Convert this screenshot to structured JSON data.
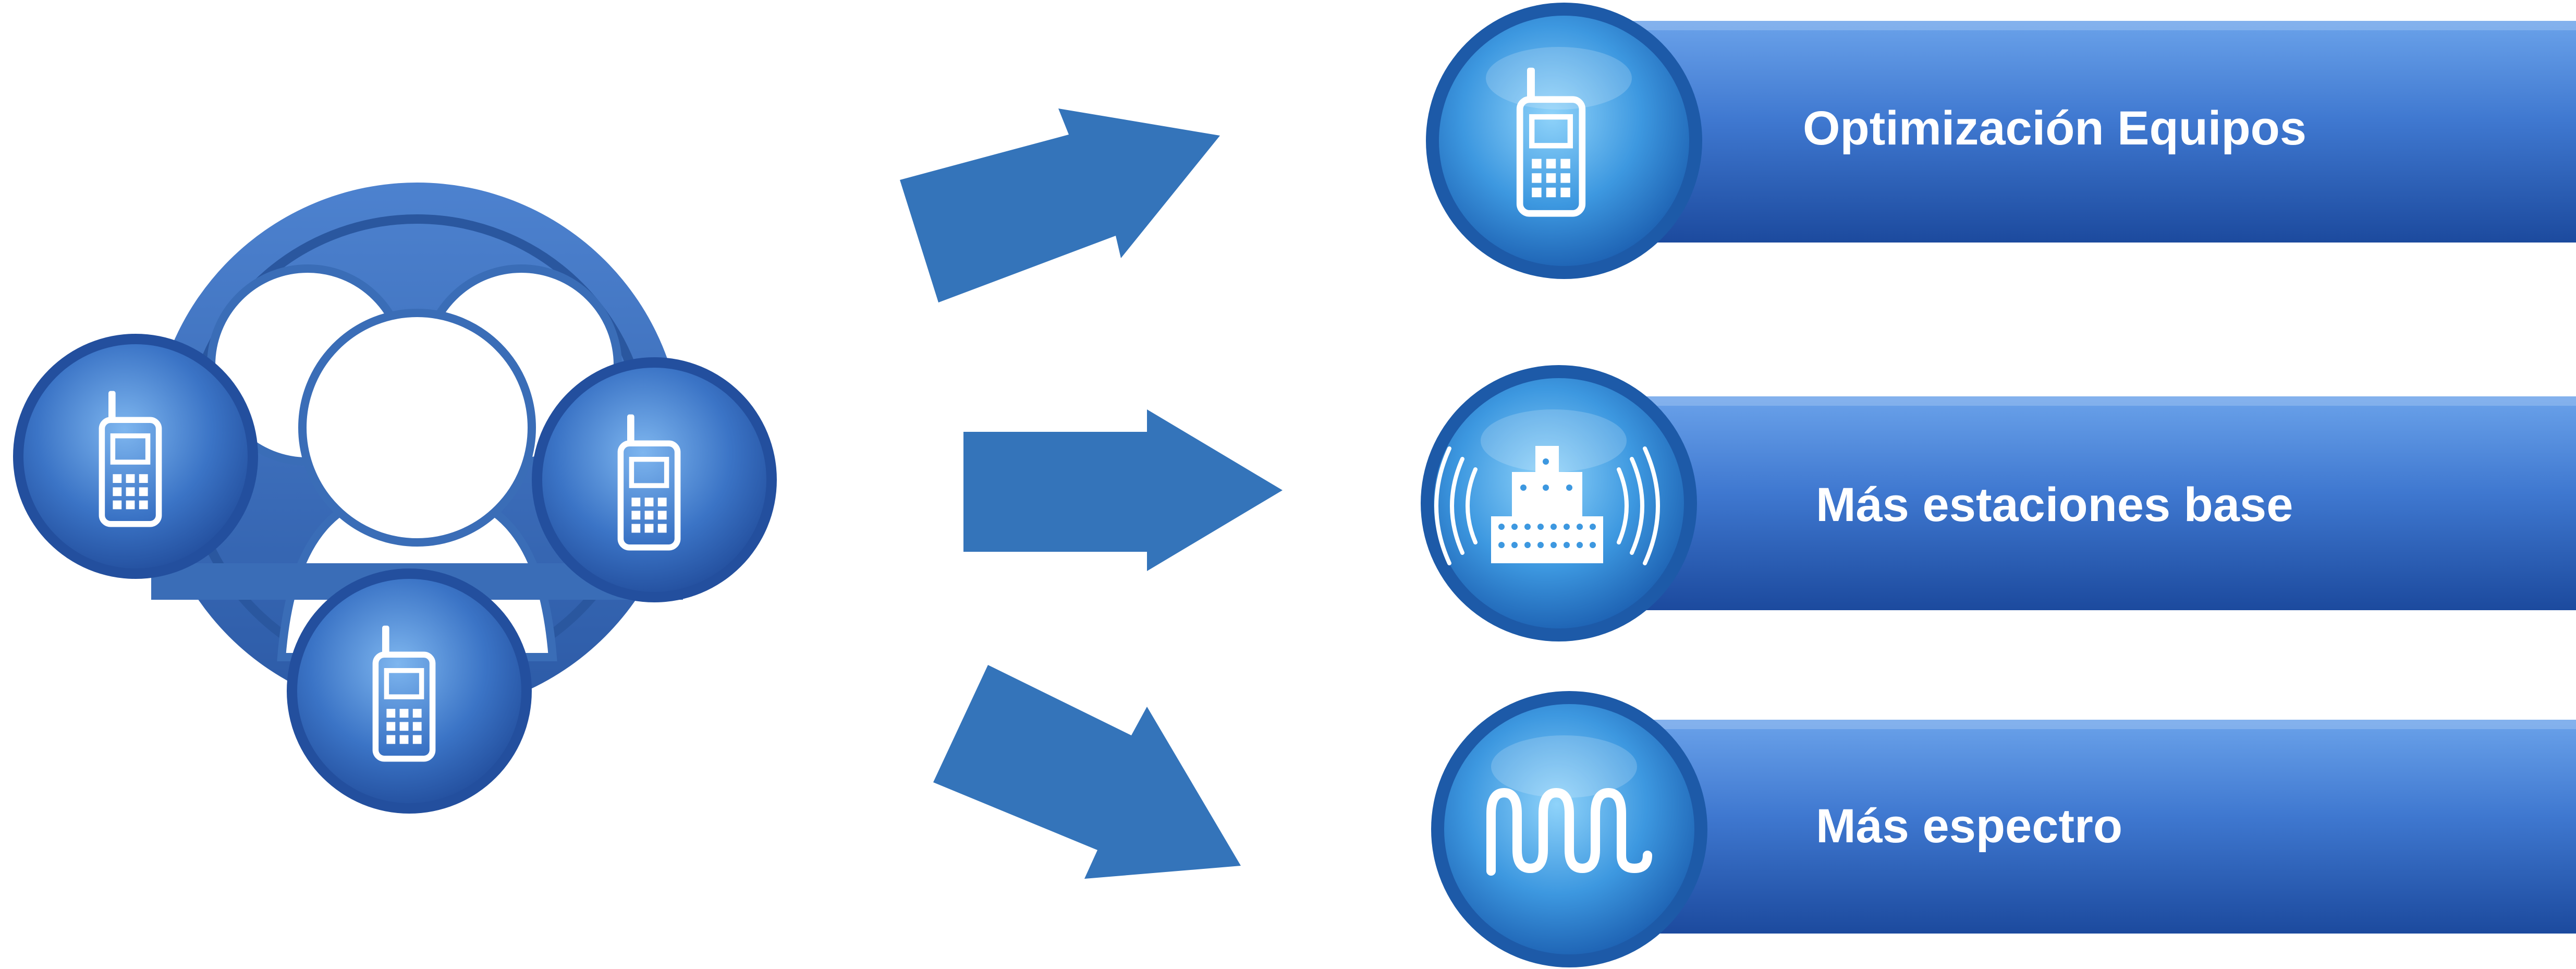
{
  "colors": {
    "background": "#ffffff",
    "arrow": "#3474ba",
    "bar_dark": "#1f4fa8",
    "bar_light": "#5b93e0",
    "disc_dark": "#1d66b8",
    "disc_light": "#6cc2f5",
    "cluster_ring": "#3a6db7",
    "icon": "#ffffff"
  },
  "cluster": {
    "icon": "user-group-with-phones-icon",
    "phones": [
      "mobile-phone-icon",
      "mobile-phone-icon",
      "mobile-phone-icon"
    ]
  },
  "arrows": [
    "arrow-right-icon",
    "arrow-right-icon",
    "arrow-right-icon"
  ],
  "items": [
    {
      "label": "Optimización Equipos",
      "icon": "mobile-phone-icon"
    },
    {
      "label": "Más estaciones base",
      "icon": "base-station-icon"
    },
    {
      "label": "Más espectro",
      "icon": "sine-wave-icon"
    }
  ]
}
